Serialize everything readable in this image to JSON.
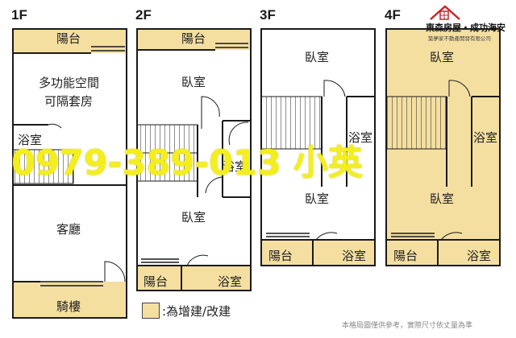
{
  "floors": [
    {
      "label": "1F",
      "rooms": [
        "陽台",
        "多功能空間",
        "可隔套房",
        "浴室",
        "客廳",
        "騎樓"
      ]
    },
    {
      "label": "2F",
      "rooms": [
        "陽台",
        "臥室",
        "浴室",
        "臥室",
        "陽台",
        "浴室"
      ]
    },
    {
      "label": "3F",
      "rooms": [
        "臥室",
        "浴室",
        "臥室",
        "陽台",
        "浴室"
      ]
    },
    {
      "label": "4F",
      "rooms": [
        "臥室",
        "浴室",
        "臥室",
        "陽台",
        "浴室"
      ]
    }
  ],
  "phone": "0979-389-013 小英",
  "brand": {
    "name": "東森房屋・成功海安",
    "tagline": "築夢家不動產開發有限公司"
  },
  "legend": {
    "text": ":為增建/改建",
    "color": "#f4dfa1"
  },
  "disclaimer": "本格局圖僅供參考，實際尺寸依丈量為準",
  "colors": {
    "addition": "#f4dfa1",
    "wall": "#1a1a1a",
    "phone": "#f4ee1e",
    "roof": "#c0282d"
  }
}
